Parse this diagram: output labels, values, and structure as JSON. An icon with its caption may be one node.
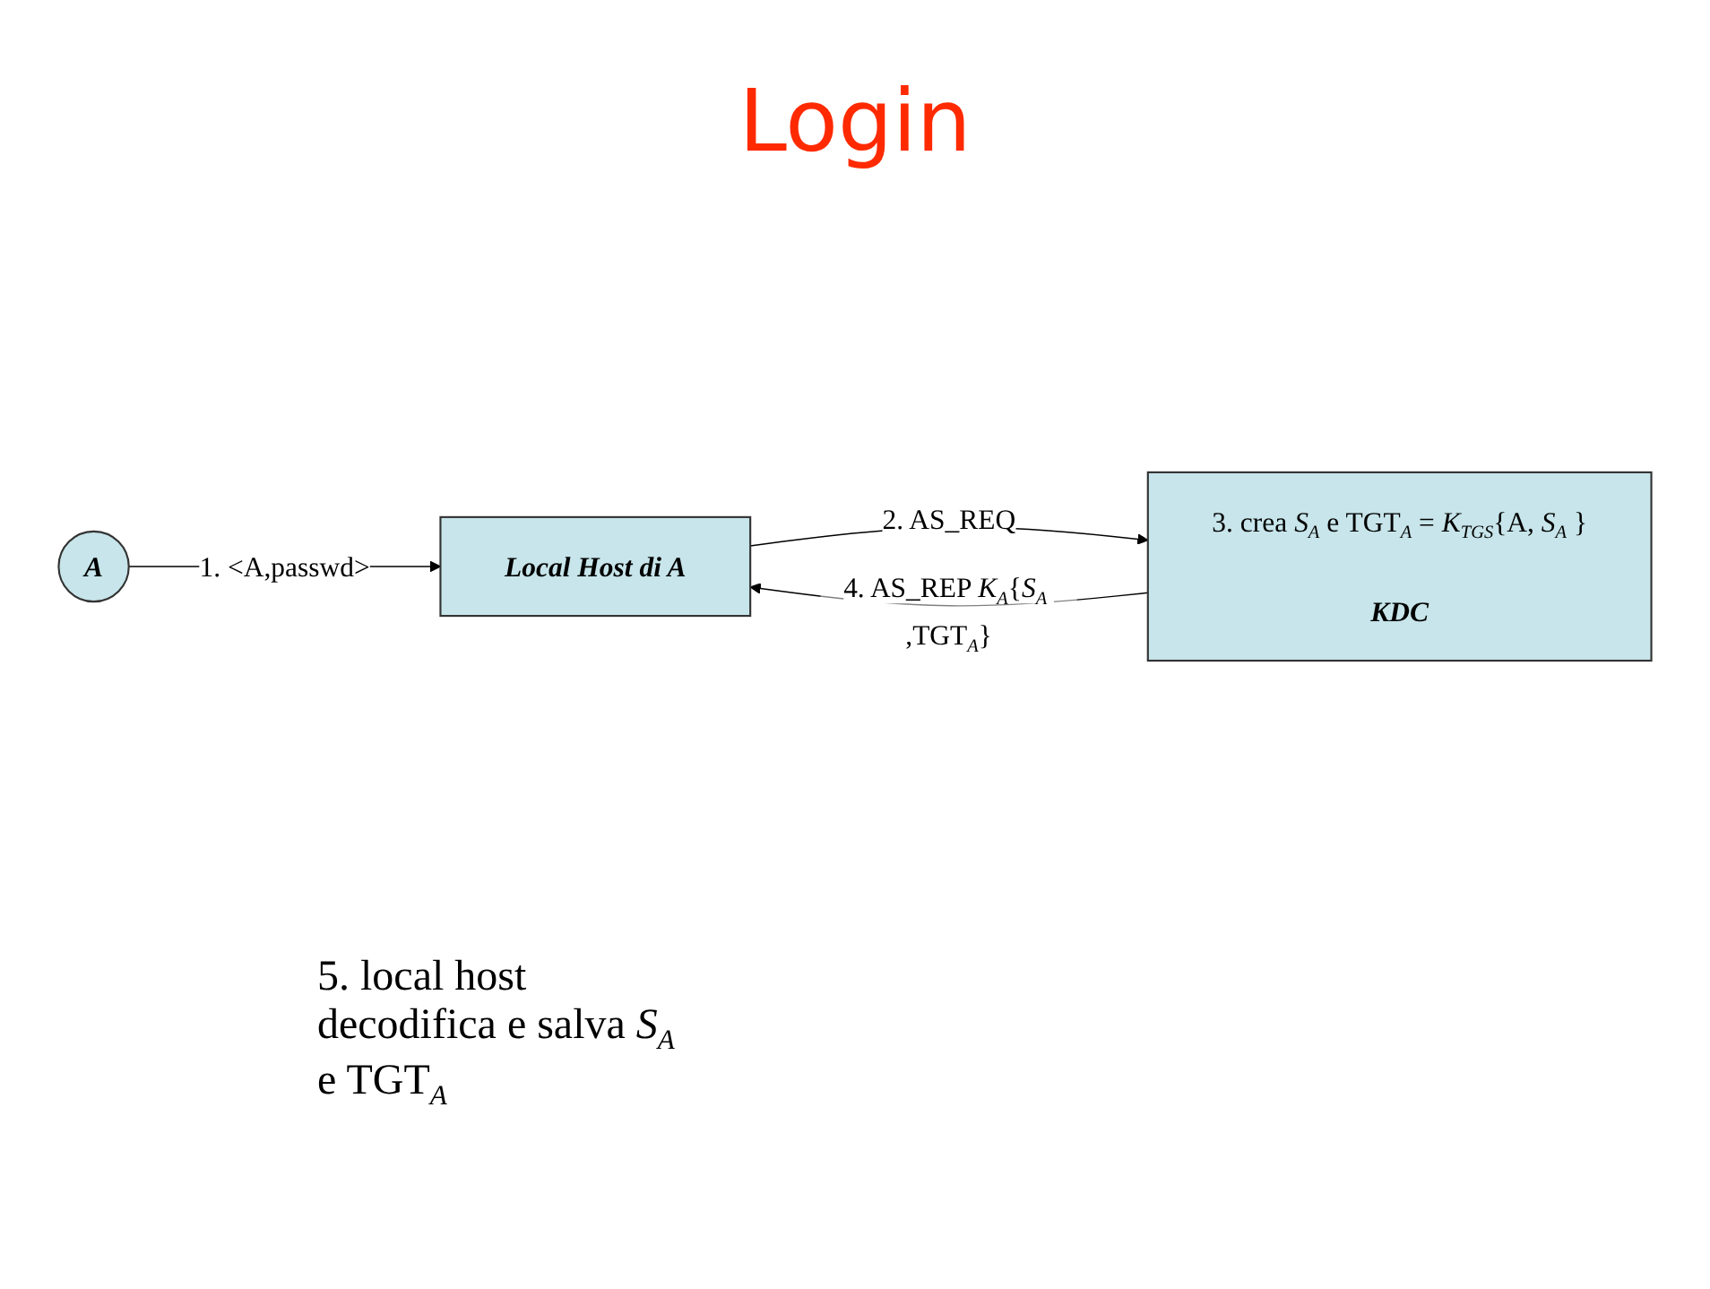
{
  "diagram": {
    "title": "Login",
    "nodes": [
      {
        "text": [
          "A"
        ]
      },
      {
        "text": [
          "Local Host di A"
        ]
      },
      {
        "text": [
          "3. crea *S*$_{A}$ e TGT$_{A}$ = *K*$_{TGS}${A, *S*$_{A}$ }",
          "KDC"
        ]
      }
    ],
    "edges": [
      {
        "from": 0,
        "to": 1,
        "arrow": "to",
        "label": "1. <A,passwd>"
      },
      {
        "from": 1,
        "to": 2,
        "arrow": "to",
        "label": "2. AS_REQ"
      },
      {
        "from": 2,
        "to": 1,
        "arrow": "to",
        "label": "4. AS_REP *K*$_{A}${*S*$_{A}$ ,TGT$_{A}$}"
      }
    ],
    "labels": [
      "5. local host decodifica e salva *S*$_{A}$ e TGT$_{A}$"
    ]
  }
}
